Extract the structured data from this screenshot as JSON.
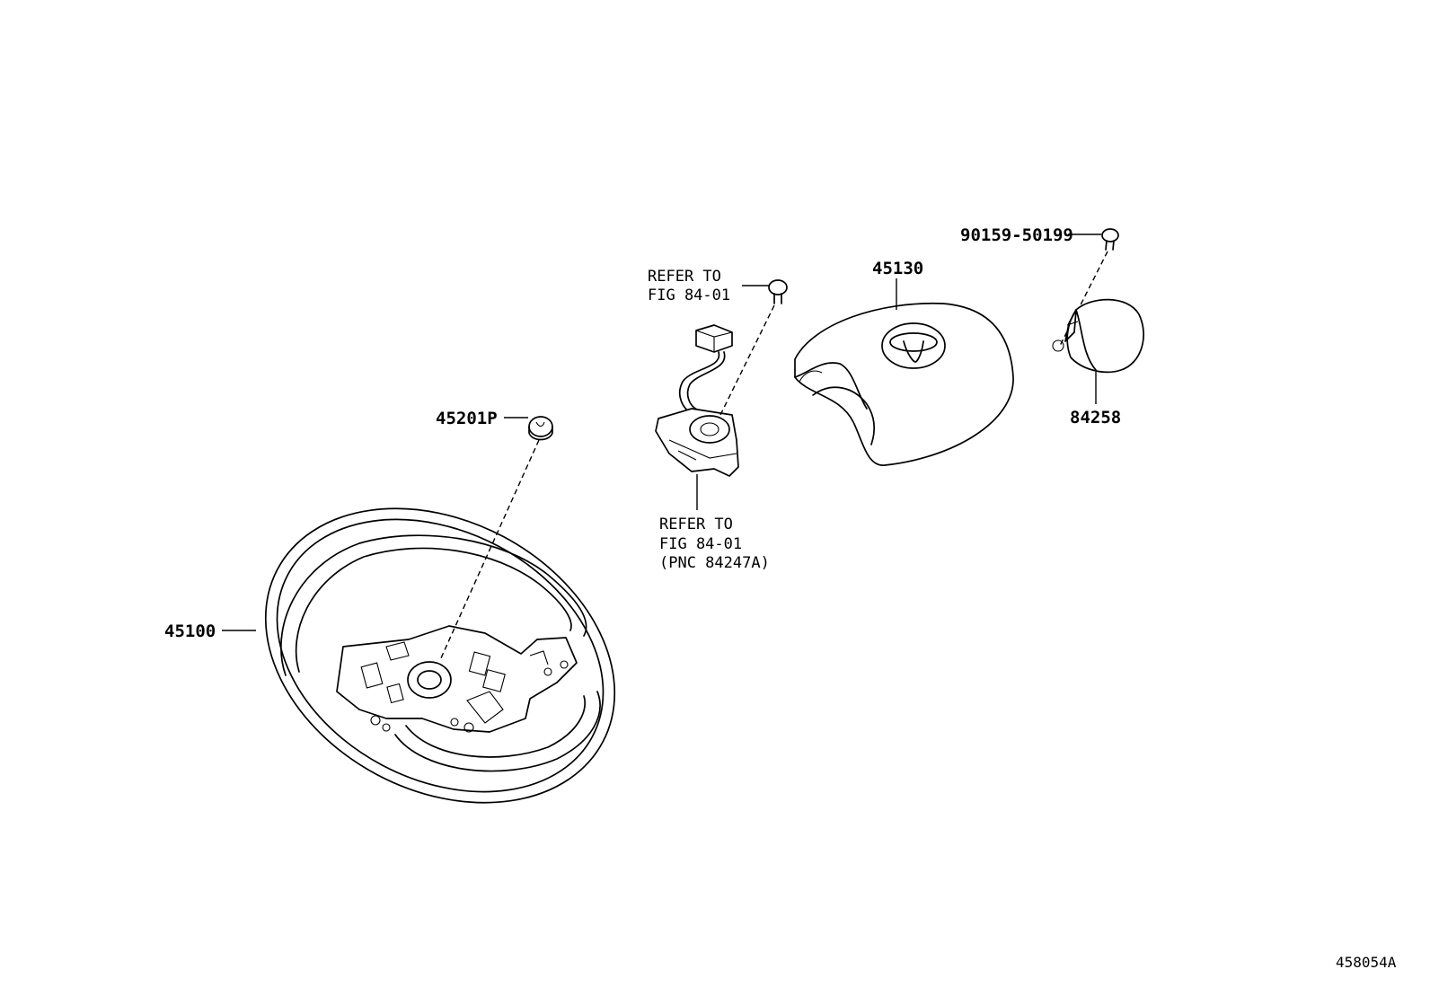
{
  "diagram_id": "458054A",
  "labels": {
    "steering_wheel": "45100",
    "plug": "45201P",
    "airbag_pad": "45130",
    "screw": "90159-50199",
    "switch": "84258"
  },
  "refer_upper": [
    "REFER TO",
    "FIG 84-01"
  ],
  "refer_lower": [
    "REFER TO",
    "FIG 84-01",
    "(PNC 84247A)"
  ]
}
